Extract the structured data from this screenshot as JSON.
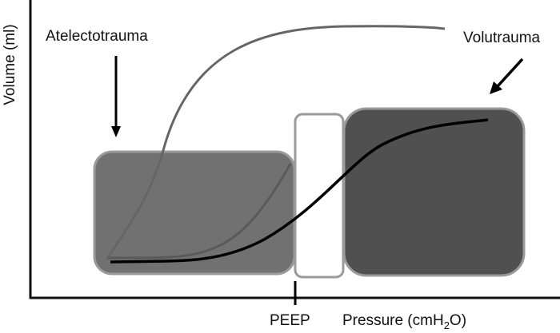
{
  "labels": {
    "y_axis": "Volume (ml)",
    "atelectotrauma": "Atelectotrauma",
    "volutrauma": "Volutrauma",
    "peep": "PEEP",
    "x_axis_prefix": "Pressure (cmH",
    "x_axis_sub": "2",
    "x_axis_suffix": "O)"
  },
  "colors": {
    "atelectotrauma_zone": "#717171",
    "volutrauma_zone": "#505050",
    "safe_zone": "#ffffff",
    "zone_border": "#9a9a9a"
  }
}
